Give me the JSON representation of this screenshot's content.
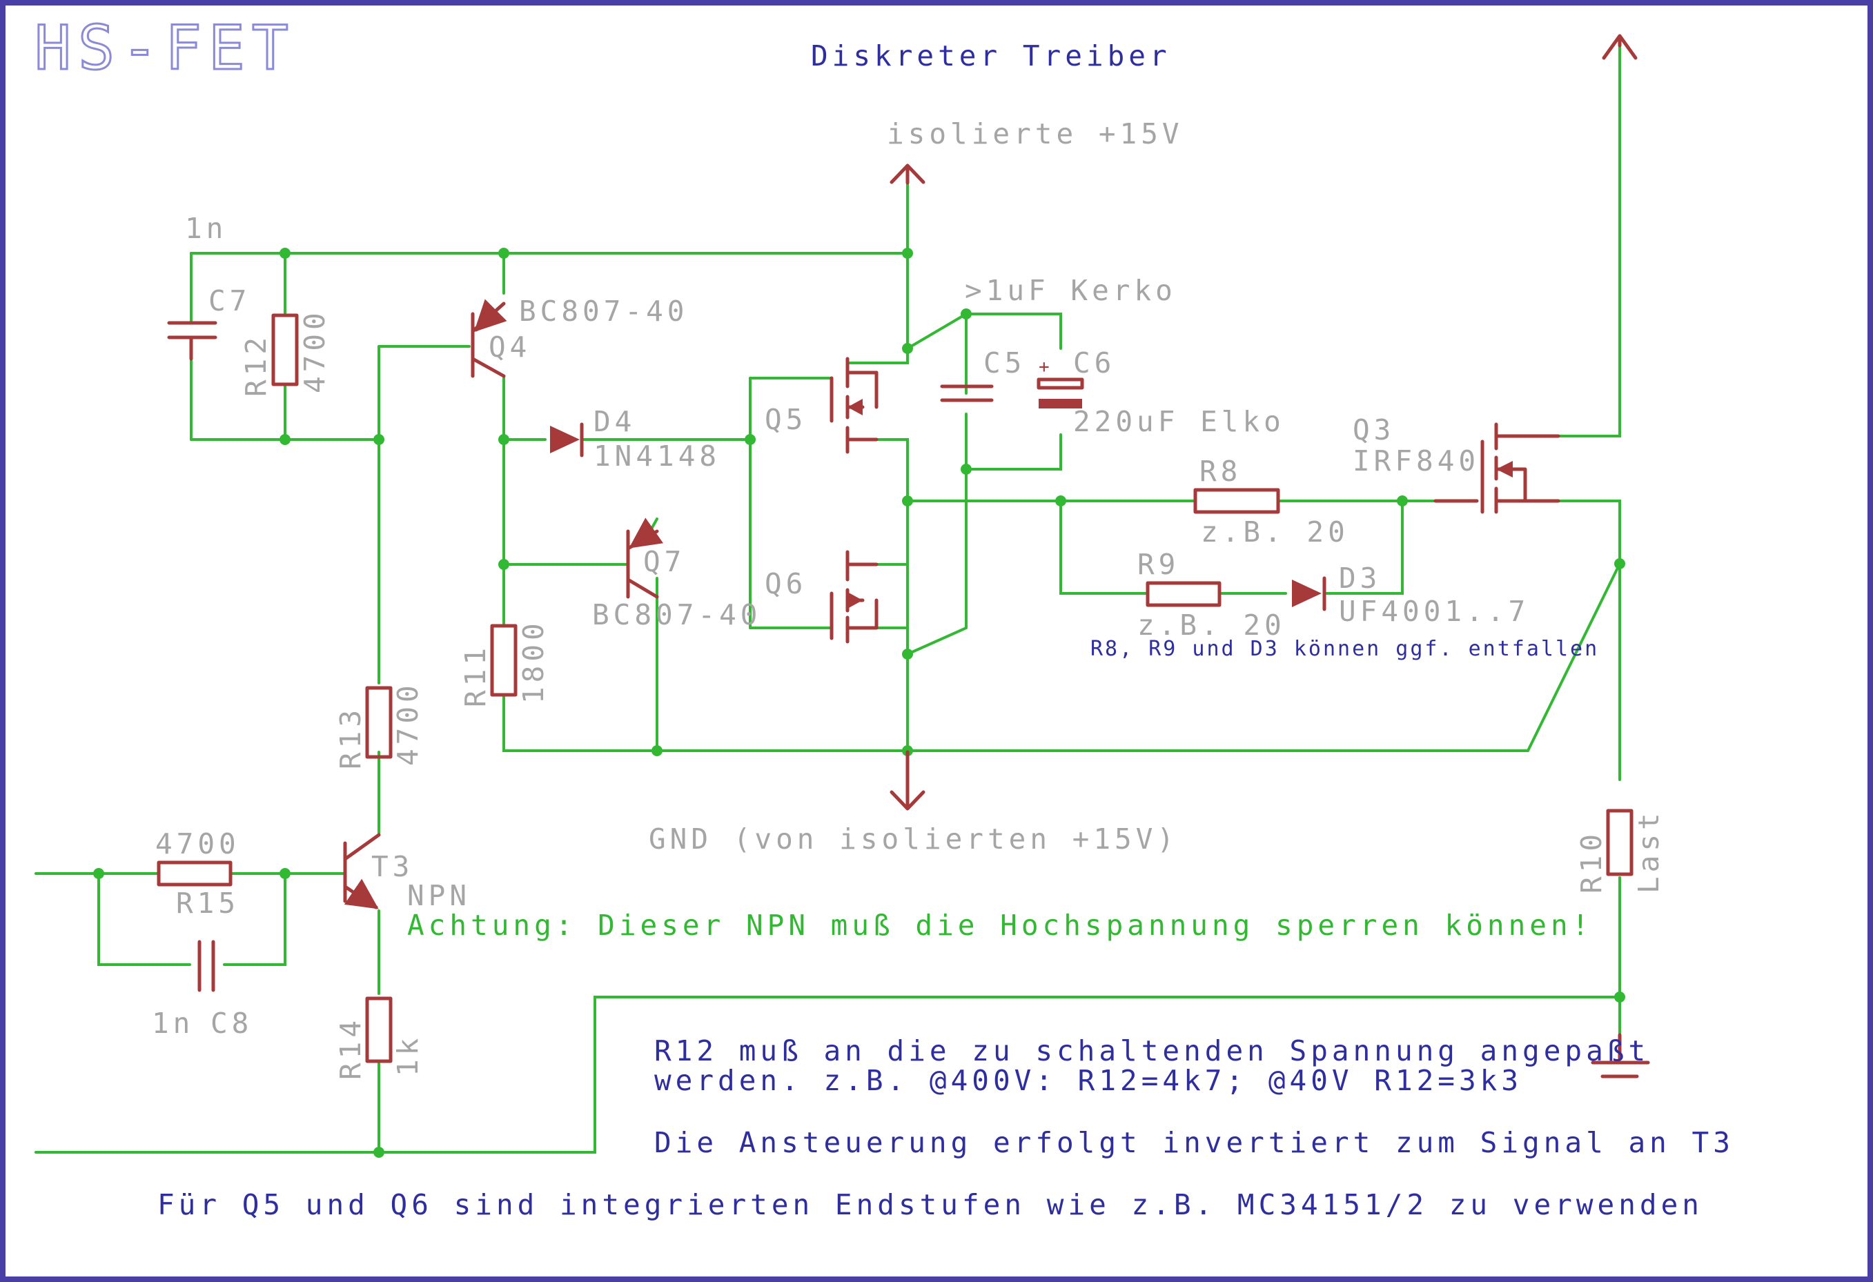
{
  "header": {
    "logo_text": "HS-FET",
    "title": "Diskreter Treiber"
  },
  "nets": {
    "vplus": "isolierte +15V",
    "gnd": "GND (von isolierten +15V)"
  },
  "components": {
    "c7": {
      "name": "C7",
      "value": "1n"
    },
    "r12": {
      "name": "R12",
      "value": "4700"
    },
    "q4": {
      "name": "Q4",
      "value": "BC807-40"
    },
    "d4": {
      "name": "D4",
      "value": "1N4148"
    },
    "q7": {
      "name": "Q7",
      "value": "BC807-40"
    },
    "r11": {
      "name": "R11",
      "value": "1800"
    },
    "q5": {
      "name": "Q5"
    },
    "q6": {
      "name": "Q6"
    },
    "c5": {
      "name": "C5",
      "value": ">1uF Kerko"
    },
    "c6": {
      "name": "C6",
      "value": "220uF Elko",
      "plus": "+"
    },
    "r8": {
      "name": "R8",
      "value": "z.B. 20"
    },
    "r9": {
      "name": "R9",
      "value": "z.B. 20"
    },
    "d3": {
      "name": "D3",
      "value": "UF4001..7"
    },
    "q3": {
      "name": "Q3",
      "value": "IRF840"
    },
    "r13": {
      "name": "R13",
      "value": "4700"
    },
    "r15": {
      "name": "R15",
      "value": "4700"
    },
    "c8": {
      "name": "C8",
      "value": "1n"
    },
    "t3": {
      "name": "T3",
      "value": "NPN"
    },
    "r14": {
      "name": "R14",
      "value": "1k"
    },
    "r10": {
      "name": "R10",
      "value": "Last"
    }
  },
  "notes": {
    "optional": "R8, R9 und D3 können ggf. entfallen",
    "warning": "Achtung: Dieser NPN muß die Hochspannung sperren können!",
    "r12_line1": "R12 muß an die zu schaltenden Spannung angepaßt",
    "r12_line2": "werden.  z.B. @400V: R12=4k7; @40V R12=3k3",
    "invert": "Die Ansteuerung erfolgt invertiert zum Signal an T3",
    "endstufen": "Für Q5 und Q6 sind integrierten Endstufen wie z.B. MC34151/2 zu verwenden"
  },
  "colors": {
    "frame": "#4a3fa6",
    "wire": "#33b833",
    "component": "#a63a3a",
    "label": "#a5a5a5",
    "note": "#2e2e9f",
    "warning": "#33b833"
  }
}
